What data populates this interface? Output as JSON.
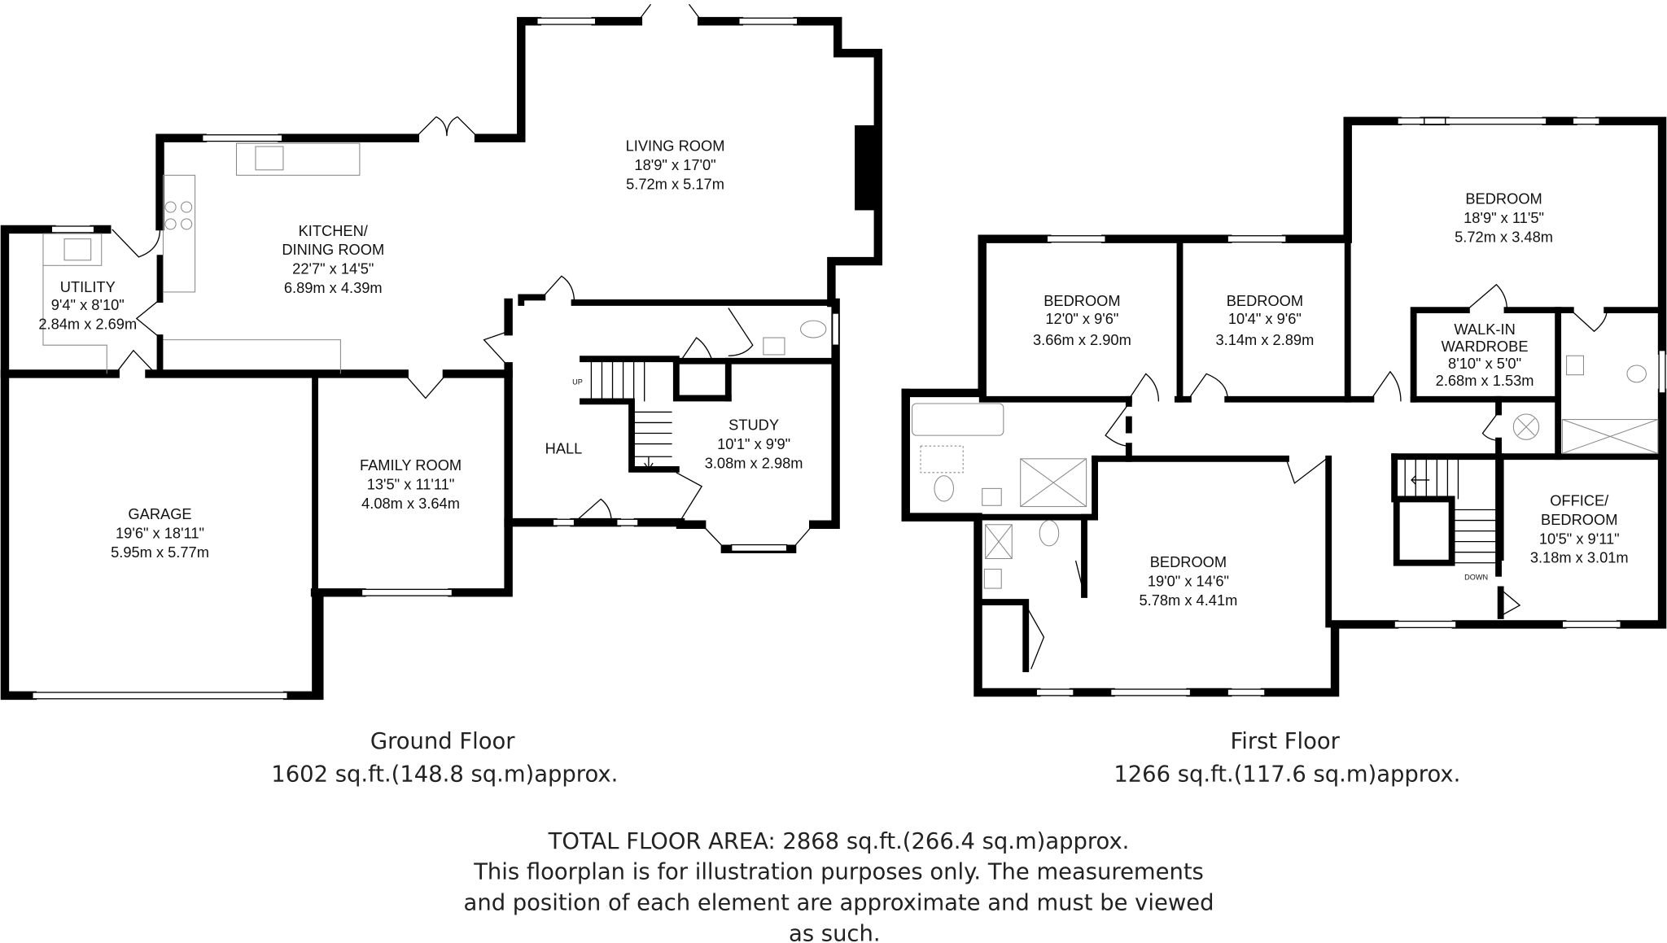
{
  "ground_floor": {
    "rooms": {
      "living": {
        "name": "LIVING ROOM",
        "imperial": "18'9\" x 17'0\"",
        "metric": "5.72m x 5.17m"
      },
      "kitchen": {
        "name1": "KITCHEN/",
        "name2": "DINING ROOM",
        "imperial": "22'7\" x 14'5\"",
        "metric": "6.89m x 4.39m"
      },
      "utility": {
        "name": "UTILITY",
        "imperial": "9'4\" x 8'10\"",
        "metric": "2.84m x 2.69m"
      },
      "hall": {
        "name": "HALL"
      },
      "study": {
        "name": "STUDY",
        "imperial": "10'1\" x 9'9\"",
        "metric": "3.08m x 2.98m"
      },
      "family": {
        "name": "FAMILY ROOM",
        "imperial": "13'5\" x 11'11\"",
        "metric": "4.08m x 3.64m"
      },
      "garage": {
        "name": "GARAGE",
        "imperial": "19'6\" x 18'11\"",
        "metric": "5.95m x 5.77m"
      }
    },
    "stairs_label": "UP",
    "title": "Ground Floor",
    "area": "1602 sq.ft.(148.8 sq.m)approx."
  },
  "first_floor": {
    "rooms": {
      "master": {
        "name": "BEDROOM",
        "imperial": "18'9\" x 11'5\"",
        "metric": "5.72m x 3.48m"
      },
      "bed2": {
        "name": "BEDROOM",
        "imperial": "12'0\" x 9'6\"",
        "metric": "3.66m x 2.90m"
      },
      "bed3": {
        "name": "BEDROOM",
        "imperial": "10'4\" x 9'6\"",
        "metric": "3.14m x 2.89m"
      },
      "wardrobe": {
        "name1": "WALK-IN",
        "name2": "WARDROBE",
        "imperial": "8'10\" x 5'0\"",
        "metric": "2.68m x 1.53m"
      },
      "office": {
        "name1": "OFFICE/",
        "name2": "BEDROOM",
        "imperial": "10'5\" x 9'11\"",
        "metric": "3.18m x 3.01m"
      },
      "bed4": {
        "name": "BEDROOM",
        "imperial": "19'0\" x 14'6\"",
        "metric": "5.78m x 4.41m"
      }
    },
    "stairs_label": "DOWN",
    "title": "First Floor",
    "area": "1266 sq.ft.(117.6 sq.m)approx."
  },
  "footer": {
    "total": "TOTAL FLOOR AREA: 2868 sq.ft.(266.4 sq.m)approx.",
    "disclaimer1": "This floorplan is for illustration purposes only. The measurements",
    "disclaimer2": "and position of each element are approximate and must be viewed",
    "disclaimer3": "as such."
  }
}
